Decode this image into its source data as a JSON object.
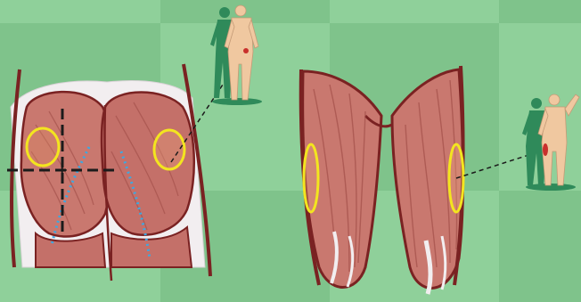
{
  "colors": {
    "background_light": "#8fd09a",
    "background_dark": "#7fc38b",
    "muscle": "#c9786f",
    "muscle_shadow": "#a5524c",
    "muscle_outline": "#7a2222",
    "fascia": "#f2eef0",
    "highlight_ring": "#f3e51f",
    "guide_line": "#1b1b1b",
    "dotted_line": "#3aa9e3",
    "figure_front": "#f0c8a0",
    "figure_back": "#2f8a5a"
  },
  "panels": [
    {
      "name": "gluteal-region-posterior-view",
      "highlight": "injection-site-upper-outer-quadrant"
    },
    {
      "name": "thigh-anterior-view",
      "highlight": "injection-site-vastus-lateralis"
    }
  ],
  "icons": {
    "posterior_figure": "standing-human-back-view-icon",
    "anterior_figure": "standing-human-front-view-icon"
  }
}
